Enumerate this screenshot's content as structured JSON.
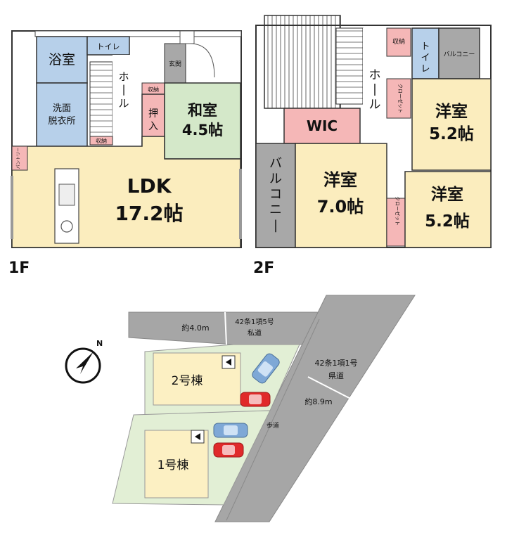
{
  "floor1": {
    "label": "1F",
    "rooms": {
      "bath": "浴室",
      "toilet": "トイレ",
      "entrance": "玄関",
      "wash": [
        "洗面",
        "脱衣所"
      ],
      "hall": [
        "ホ",
        "|",
        "ル"
      ],
      "storage_a": "収納",
      "storage_b": "収納",
      "oshiire": [
        "押",
        "入"
      ],
      "washitsu": [
        "和室",
        "4.5帖"
      ],
      "pantry": "パントリー",
      "ldk": [
        "LDK",
        "17.2帖"
      ]
    }
  },
  "floor2": {
    "label": "2F",
    "rooms": {
      "storage": "収納",
      "toilet": [
        "ト",
        "イ",
        "レ"
      ],
      "balcony_top": "バルコニー",
      "hall": [
        "ホ",
        "|",
        "ル"
      ],
      "closet_a": "クローゼット",
      "wic": "WIC",
      "western_tr": [
        "洋室",
        "5.2帖"
      ],
      "balcony_left": [
        "バ",
        "ル",
        "コ",
        "ニ",
        "|"
      ],
      "western_center": [
        "洋室",
        "7.0帖"
      ],
      "closet_b": "クローゼット",
      "western_br": [
        "洋室",
        "5.2帖"
      ]
    }
  },
  "site": {
    "road_width_top": "約4.0m",
    "private_road": [
      "42条1項5号",
      "私道"
    ],
    "prefectural_road": [
      "42条1項1号",
      "県道"
    ],
    "road_width_right": "約8.9m",
    "sidewalk": "歩道",
    "building_2": "2号棟",
    "building_1": "1号棟",
    "north": "N"
  },
  "colors": {
    "wet": "#b7d0ea",
    "storage": "#f5b7b7",
    "tatami": "#d4e8c9",
    "living": "#fbedbe",
    "balcony": "#a8a8a8",
    "road": "#a6a6a6",
    "lot": "#e2efd5",
    "building": "#fcf0c3"
  }
}
